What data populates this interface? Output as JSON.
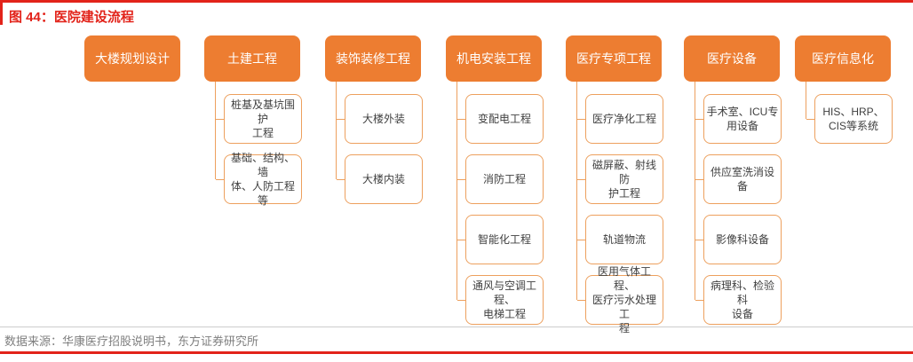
{
  "page": {
    "title": "图 44：医院建设流程",
    "source": "数据来源：华康医疗招股说明书，东方证券研究所"
  },
  "colors": {
    "accent_red": "#e2231a",
    "stage_box_fill": "#ed7d31",
    "stage_box_text": "#ffffff",
    "sub_box_border": "#eda05e",
    "sub_box_text": "#3f3f3f",
    "connector": "#eda05e",
    "source_text": "#7f7f7f",
    "footer_divider": "#cccccc"
  },
  "flowchart": {
    "columns": [
      {
        "label": "大楼规划设计",
        "children": []
      },
      {
        "label": "土建工程",
        "children": [
          "桩基及基坑围护\n工程",
          "基础、结构、墙\n体、人防工程等"
        ]
      },
      {
        "label": "装饰装修工程",
        "children": [
          "大楼外装",
          "大楼内装"
        ]
      },
      {
        "label": "机电安装工程",
        "children": [
          "变配电工程",
          "消防工程",
          "智能化工程",
          "通风与空调工程、\n电梯工程"
        ]
      },
      {
        "label": "医疗专项工程",
        "children": [
          "医疗净化工程",
          "磁屏蔽、射线防\n护工程",
          "轨道物流",
          "医用气体工程、\n医疗污水处理工\n程"
        ]
      },
      {
        "label": "医疗设备",
        "children": [
          "手术室、ICU专\n用设备",
          "供应室洗消设备",
          "影像科设备",
          "病理科、检验科\n设备"
        ]
      },
      {
        "label": "医疗信息化",
        "children": [
          "HIS、HRP、\nCIS等系统"
        ]
      }
    ]
  }
}
